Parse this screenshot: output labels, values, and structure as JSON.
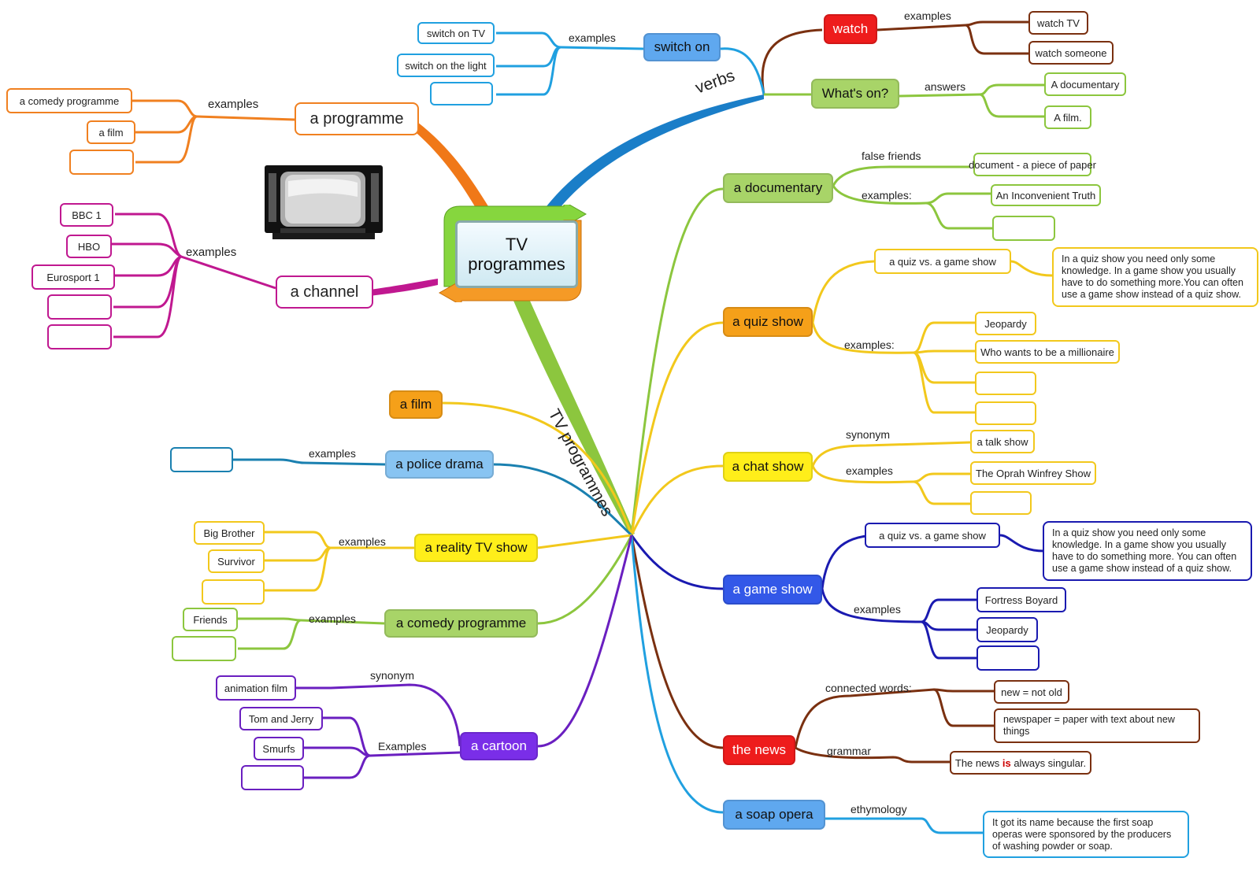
{
  "center": {
    "line1": "TV",
    "line2": "programmes"
  },
  "branch_labels": {
    "verbs": "verbs",
    "tv_programmes": "TV programmes"
  },
  "verbs": {
    "switch_on": {
      "label": "switch on",
      "link": "examples",
      "items": [
        "switch on TV",
        "switch on the light",
        ""
      ]
    },
    "watch": {
      "label": "watch",
      "link": "examples",
      "items": [
        "watch TV",
        "watch someone"
      ]
    },
    "whats_on": {
      "label": "What's on?",
      "link": "answers",
      "items": [
        "A documentary",
        "A film."
      ]
    }
  },
  "a_programme": {
    "label": "a programme",
    "link": "examples",
    "items": [
      "a comedy programme",
      "a film",
      ""
    ]
  },
  "a_channel": {
    "label": "a channel",
    "link": "examples",
    "items": [
      "BBC 1",
      "HBO",
      "Eurosport 1",
      "",
      ""
    ]
  },
  "documentary": {
    "label": "a documentary",
    "false_friends": {
      "link": "false friends",
      "item": "document - a piece of paper"
    },
    "examples": {
      "link": "examples:",
      "items": [
        "An Inconvenient Truth",
        ""
      ]
    }
  },
  "quiz_show": {
    "label": "a quiz show",
    "vs": {
      "link": "a quiz vs. a game show",
      "note": "In a quiz show you need only some knowledge. In a game show you usually have to do something more.You can often use a game show instead of a quiz show."
    },
    "examples": {
      "link": "examples:",
      "items": [
        "Jeopardy",
        "Who wants to be a millionaire",
        "",
        ""
      ]
    }
  },
  "chat_show": {
    "label": "a chat show",
    "synonym": {
      "link": "synonym",
      "item": "a talk show"
    },
    "examples": {
      "link": "examples",
      "items": [
        "The Oprah Winfrey Show",
        ""
      ]
    }
  },
  "game_show": {
    "label": "a game show",
    "vs": {
      "link": "a quiz vs. a game show",
      "note": "In a quiz show you need only some knowledge. In a game show you usually have to do something more. You can often use a game show instead of a quiz show."
    },
    "examples": {
      "link": "examples",
      "items": [
        "Fortress Boyard",
        "Jeopardy",
        ""
      ]
    }
  },
  "news": {
    "label": "the news",
    "connected": {
      "link": "connected words:",
      "items": [
        "new = not old",
        "newspaper = paper with text about new things"
      ]
    },
    "grammar": {
      "link": "grammar",
      "pre": "The news ",
      "highlight": "is",
      "post": " always singular."
    }
  },
  "soap": {
    "label": "a soap opera",
    "link": "ethymology",
    "note": "It got its name because the first soap operas were sponsored by the producers of washing powder or soap."
  },
  "film": {
    "label": "a film"
  },
  "police_drama": {
    "label": "a police drama",
    "link": "examples",
    "items": [
      ""
    ]
  },
  "reality": {
    "label": "a reality TV show",
    "link": "examples",
    "items": [
      "Big Brother",
      "Survivor",
      ""
    ]
  },
  "comedy": {
    "label": "a comedy programme",
    "link": "examples",
    "items": [
      "Friends",
      ""
    ]
  },
  "cartoon": {
    "label": "a cartoon",
    "synonym": {
      "link": "synonym",
      "item": "animation film"
    },
    "examples": {
      "link": "Examples",
      "items": [
        "Tom and Jerry",
        "Smurfs",
        ""
      ]
    }
  },
  "colors": {
    "blue": "#1f8fd8",
    "brown": "#7a3010",
    "green": "#8cc63e",
    "orange": "#f08020",
    "magenta": "#c01890",
    "yellow": "#f2c81c",
    "navy": "#1a1ab0",
    "purple": "#6a1fc0",
    "red": "#e81818",
    "skyblue": "#20a0e0",
    "teal": "#1a80b0"
  }
}
